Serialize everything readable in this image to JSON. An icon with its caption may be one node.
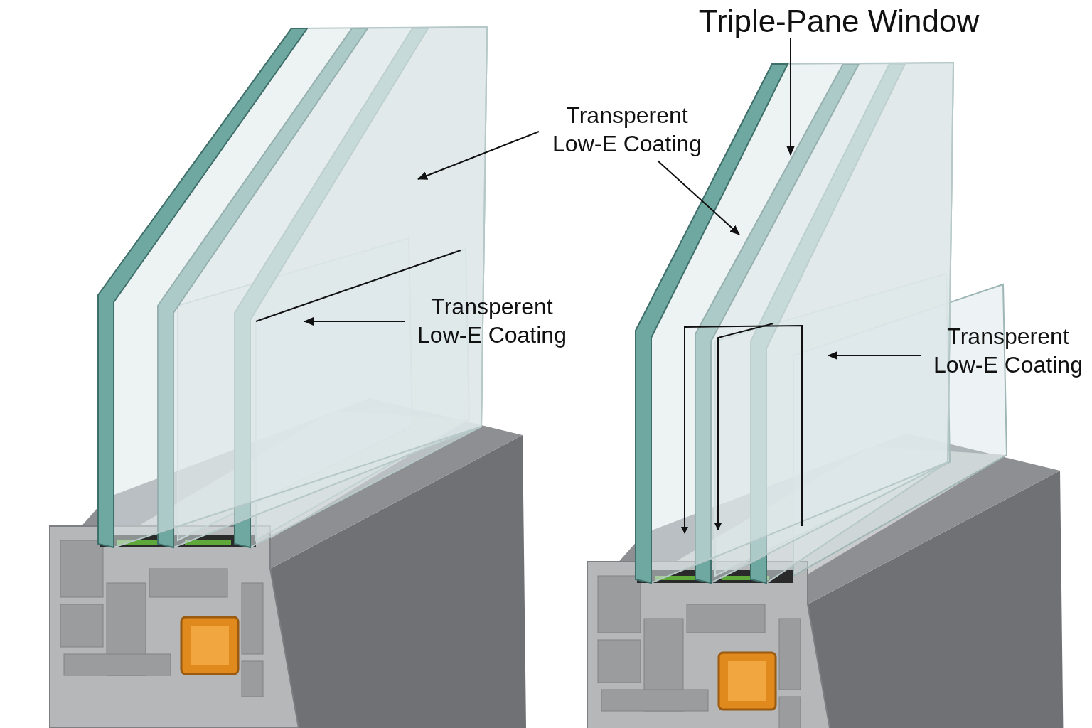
{
  "diagram": {
    "nodes": [
      {
        "text": [
          "Triple-Pane Window"
        ]
      },
      {
        "text": [
          "Transperent Low-E Coating"
        ]
      },
      {
        "text": [
          "Transperent Low-E Coating"
        ]
      },
      {
        "text": [
          "Transperent Low-E Coating"
        ]
      }
    ],
    "edges": [
      {
        "from": 0,
        "to": null,
        "arrow": "to"
      },
      {
        "from": 1,
        "to": null,
        "arrow": "to"
      },
      {
        "from": 1,
        "to": null,
        "arrow": "to"
      },
      {
        "from": 2,
        "to": null,
        "arrow": "to"
      },
      {
        "from": 3,
        "to": null,
        "arrow": "to"
      }
    ]
  }
}
